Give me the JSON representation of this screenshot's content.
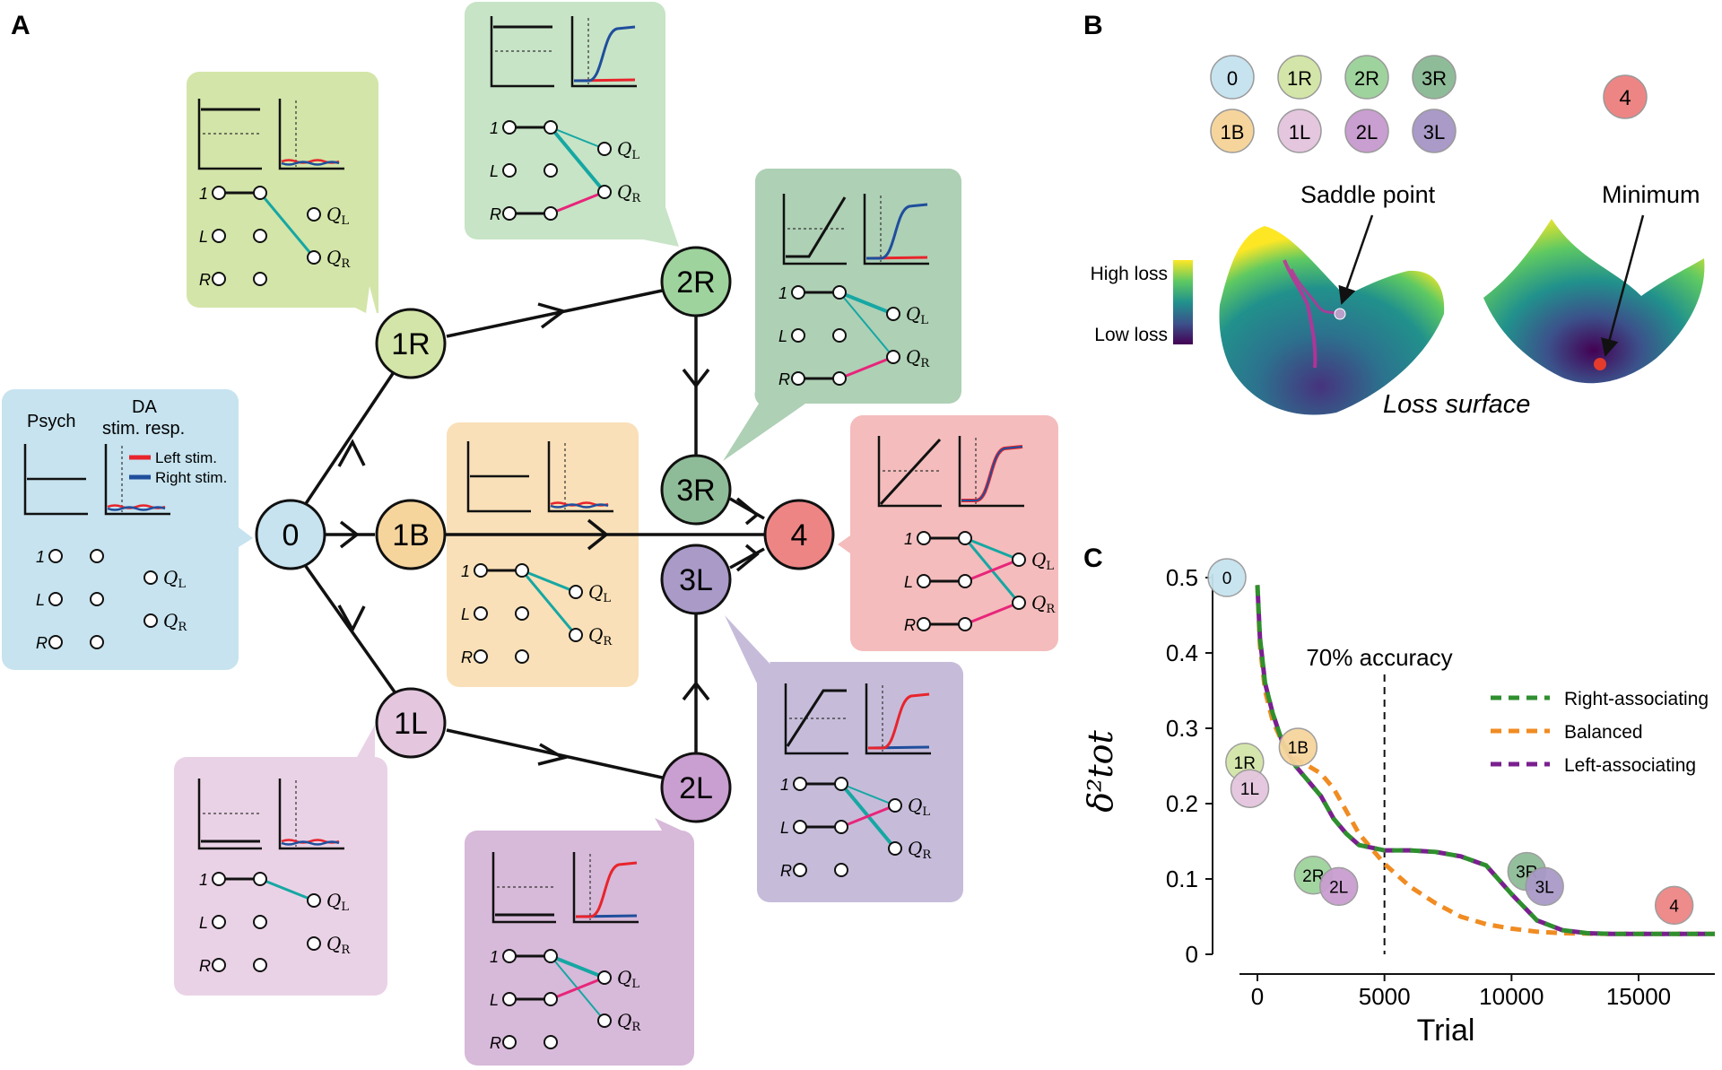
{
  "panels": {
    "A": "A",
    "B": "B",
    "C": "C"
  },
  "colors": {
    "s0": "#c6e3ef",
    "s1R": "#d3e5a8",
    "s1B": "#f6d59d",
    "s1L": "#e4c6de",
    "s2R": "#9fd39d",
    "s3R": "#8fbc98",
    "s2L": "#c99ed0",
    "s3L": "#a99ac8",
    "s4": "#ee8585",
    "left_stim": "#e8242c",
    "right_stim": "#1f4e9c",
    "teal": "#16a7a3",
    "pink": "#e8257a",
    "green_dash": "#2f8f2f",
    "orange_dash": "#f08c22",
    "purple_dash": "#7a1f8f"
  },
  "panelA": {
    "nodes": {
      "n0": "0",
      "n1R": "1R",
      "n1B": "1B",
      "n1L": "1L",
      "n2R": "2R",
      "n3R": "3R",
      "n3L": "3L",
      "n2L": "2L",
      "n4": "4"
    },
    "legend": {
      "psych": "Psych",
      "da_line1": "DA",
      "da_line2": "stim. resp.",
      "left": "Left stim.",
      "right": "Right stim."
    },
    "row_labels": {
      "one": "1",
      "L": "L",
      "R": "R"
    },
    "q_labels": {
      "QL": "Q",
      "QL_sub": "L",
      "QR": "Q",
      "QR_sub": "R"
    }
  },
  "panelB": {
    "legend_nodes": [
      "0",
      "1R",
      "2R",
      "3R",
      "1B",
      "1L",
      "2L",
      "3L"
    ],
    "node4": "4",
    "saddle_label": "Saddle point",
    "minimum_label": "Minimum",
    "high_loss": "High loss",
    "low_loss": "Low loss",
    "loss_surface": "Loss surface"
  },
  "chart_data": {
    "type": "line",
    "xlabel": "Trial",
    "ylabel": "δ²tot",
    "xlim": [
      0,
      18000
    ],
    "ylim": [
      0,
      0.5
    ],
    "xticks": [
      "0",
      "5000",
      "10000",
      "15000"
    ],
    "yticks": [
      "0",
      "0.1",
      "0.2",
      "0.3",
      "0.4",
      "0.5"
    ],
    "annotation": "70% accuracy",
    "annotation_x": 5000,
    "series": [
      {
        "name": "Right-associating",
        "color": "#2f8f2f",
        "x": [
          0,
          100,
          300,
          600,
          1000,
          1500,
          2000,
          2500,
          3000,
          3500,
          4000,
          5000,
          6000,
          7000,
          8000,
          9000,
          10000,
          11000,
          12000,
          13000,
          14000,
          16000,
          18000
        ],
        "y": [
          0.49,
          0.42,
          0.36,
          0.32,
          0.28,
          0.25,
          0.23,
          0.21,
          0.18,
          0.16,
          0.145,
          0.138,
          0.138,
          0.136,
          0.13,
          0.118,
          0.08,
          0.045,
          0.032,
          0.028,
          0.027,
          0.027,
          0.027
        ]
      },
      {
        "name": "Balanced",
        "color": "#f08c22",
        "x": [
          0,
          100,
          300,
          600,
          1000,
          1500,
          2000,
          2500,
          3000,
          3500,
          4000,
          4500,
          5000,
          6000,
          7000,
          8000,
          9000,
          10000,
          11000,
          12000,
          14000,
          16000,
          18000
        ],
        "y": [
          0.49,
          0.41,
          0.35,
          0.31,
          0.28,
          0.26,
          0.25,
          0.24,
          0.22,
          0.19,
          0.16,
          0.14,
          0.12,
          0.09,
          0.068,
          0.05,
          0.04,
          0.034,
          0.03,
          0.028,
          0.027,
          0.027,
          0.027
        ]
      },
      {
        "name": "Left-associating",
        "color": "#7a1f8f",
        "x": [
          0,
          100,
          300,
          600,
          1000,
          1500,
          2000,
          2500,
          3000,
          3500,
          4000,
          5000,
          6000,
          7000,
          8000,
          9000,
          10000,
          11000,
          12000,
          13000,
          14000,
          16000,
          18000
        ],
        "y": [
          0.49,
          0.42,
          0.36,
          0.32,
          0.28,
          0.25,
          0.23,
          0.21,
          0.18,
          0.16,
          0.145,
          0.138,
          0.138,
          0.136,
          0.13,
          0.118,
          0.08,
          0.045,
          0.032,
          0.028,
          0.027,
          0.027,
          0.027
        ]
      }
    ],
    "stage_markers": [
      {
        "label": "0",
        "x": -1200,
        "y": 0.5,
        "color": "#c6e3ef"
      },
      {
        "label": "1R",
        "x": -500,
        "y": 0.255,
        "color": "#d3e5a8"
      },
      {
        "label": "1B",
        "x": 1600,
        "y": 0.275,
        "color": "#f6d59d"
      },
      {
        "label": "1L",
        "x": -300,
        "y": 0.22,
        "color": "#e4c6de"
      },
      {
        "label": "2R",
        "x": 2200,
        "y": 0.105,
        "color": "#9fd39d"
      },
      {
        "label": "2L",
        "x": 3200,
        "y": 0.09,
        "color": "#c99ed0"
      },
      {
        "label": "3R",
        "x": 10600,
        "y": 0.11,
        "color": "#8fbc98"
      },
      {
        "label": "3L",
        "x": 11300,
        "y": 0.09,
        "color": "#a99ac8"
      },
      {
        "label": "4",
        "x": 16400,
        "y": 0.065,
        "color": "#ee8585"
      }
    ]
  }
}
